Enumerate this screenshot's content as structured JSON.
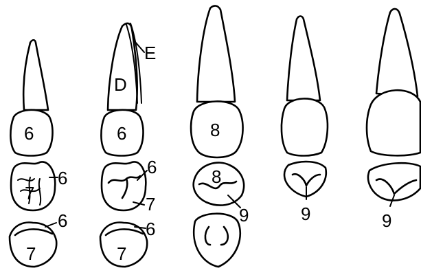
{
  "labels": {
    "t1_crown": "6",
    "t1_occ_a": "6",
    "t1_occ_b": "7",
    "t1_bottom_a": "6",
    "t1_bottom_b": "7",
    "t2_e": "E",
    "t2_d": "D",
    "t2_crown": "6",
    "t2_occ_a": "6",
    "t2_occ_b": "7",
    "t2_bottom_a": "6",
    "t2_bottom_b": "7",
    "t3_crown": "8",
    "t3_occ_a": "8",
    "t3_occ_b": "9",
    "t4_occ": "9",
    "t5_occ": "9"
  }
}
